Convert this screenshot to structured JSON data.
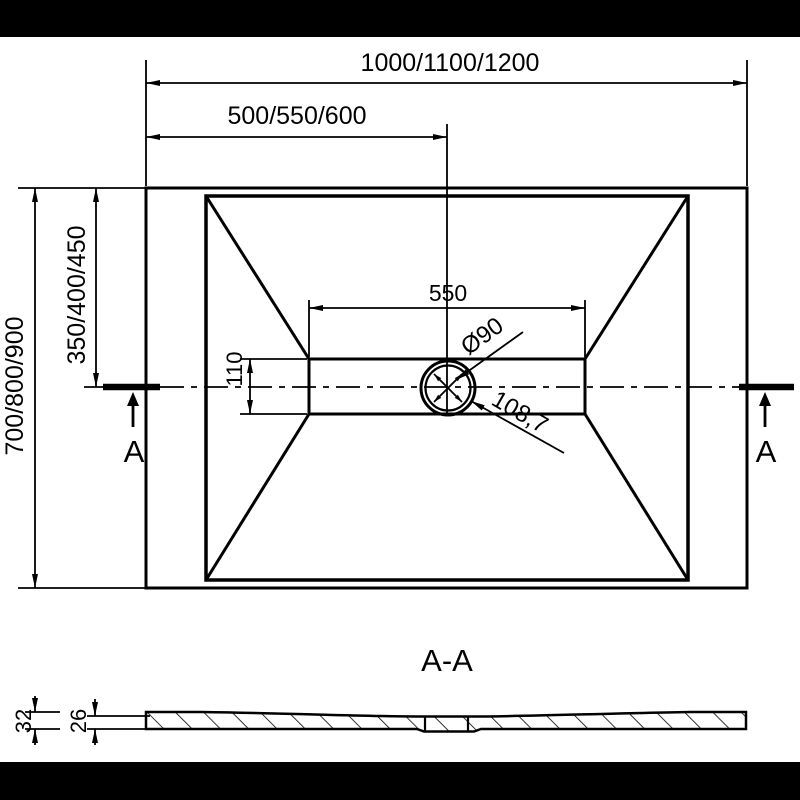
{
  "top_view": {
    "width_total": "1000/1100/1200",
    "width_half": "500/550/600",
    "height_total": "700/800/900",
    "height_half": "350/400/450",
    "channel_width": "550",
    "channel_height": "110",
    "drain_diameter": "Ø90",
    "drain_flange_diameter": "108,7",
    "section_label_left": "A",
    "section_label_right": "A"
  },
  "section_view": {
    "title": "A-A",
    "height_total": "32",
    "height_edge": "26"
  },
  "colors": {
    "line": "#000000",
    "background": "#ffffff",
    "letterbox": "#000000"
  }
}
